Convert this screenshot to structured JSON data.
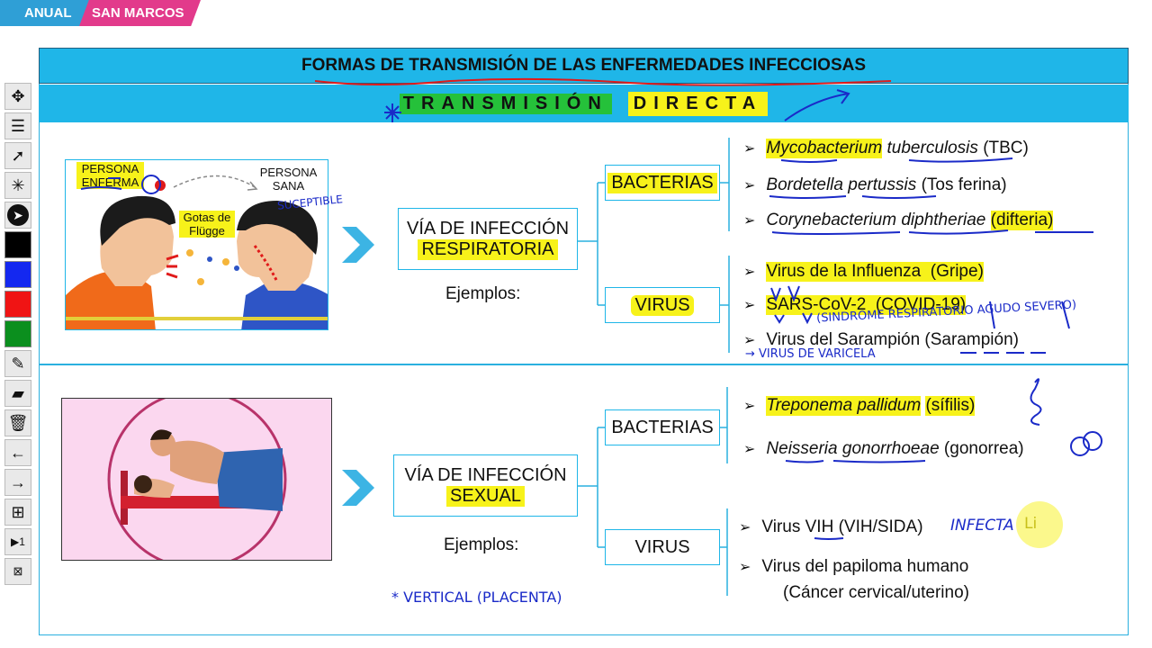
{
  "badges": {
    "anual": "ANUAL",
    "san_marcos": "SAN MARCOS"
  },
  "title": "FORMAS DE TRANSMISIÓN DE LAS ENFERMEDADES INFECCIOSAS",
  "subtitle_a": "TRANSMISIÓN",
  "subtitle_b": "DIRECTA",
  "top": {
    "illus": {
      "sick": "PERSONA ENFERMA",
      "drops": "Gotas de Flügge",
      "healthy": "PERSONA SANA"
    },
    "route_line1": "VÍA DE INFECCIÓN",
    "route_line2": "RESPIRATORIA",
    "examples": "Ejemplos:",
    "bacteria_label": "BACTERIAS",
    "virus_label": "VIRUS",
    "bacteria": [
      {
        "genus": "Mycobacterium",
        "species": "tuberculosis",
        "note": "(TBC)"
      },
      {
        "genus": "Bordetella",
        "species": "pertussis",
        "note": "(Tos ferina)"
      },
      {
        "genus": "Corynebacterium",
        "species": "diphtheriae",
        "note": "(difteria)"
      }
    ],
    "virus": [
      "Virus de la Influenza  (Gripe)",
      "SARS-CoV-2  (COVID-19)",
      "Virus del Sarampión (Sarampión)"
    ]
  },
  "bottom": {
    "route_line1": "VÍA DE INFECCIÓN",
    "route_line2": "SEXUAL",
    "examples": "Ejemplos:",
    "bacteria_label": "BACTERIAS",
    "virus_label": "VIRUS",
    "bacteria": [
      {
        "genus": "Treponema pallidum",
        "note": "(sífilis)"
      },
      {
        "genus": "Neisseria gonorrhoeae",
        "note": "(gonorrea)"
      }
    ],
    "virus": [
      "Virus VIH (VIH/SIDA)",
      "Virus del papiloma humano",
      "(Cáncer cervical/uterino)"
    ]
  },
  "annotations": {
    "suceptible": "SUCEPTIBLE",
    "sindrome": "(SINDROME RESPIRATORIO AGUDO SEVERO)",
    "varicela": "→ VIRUS DE VARICELA",
    "infecta": "INFECTA",
    "li": "Li",
    "vertical": "* VERTICAL (PLACENTA)"
  },
  "toolbar": [
    "move-icon",
    "menu-icon",
    "pointer-icon",
    "expand-icon",
    "cursor-icon",
    "black-color",
    "blue-color",
    "red-color",
    "green-color",
    "marker-icon",
    "eraser-icon",
    "trash-icon",
    "back-icon",
    "forward-icon",
    "add-icon",
    "slide-icon",
    "close-icon"
  ]
}
